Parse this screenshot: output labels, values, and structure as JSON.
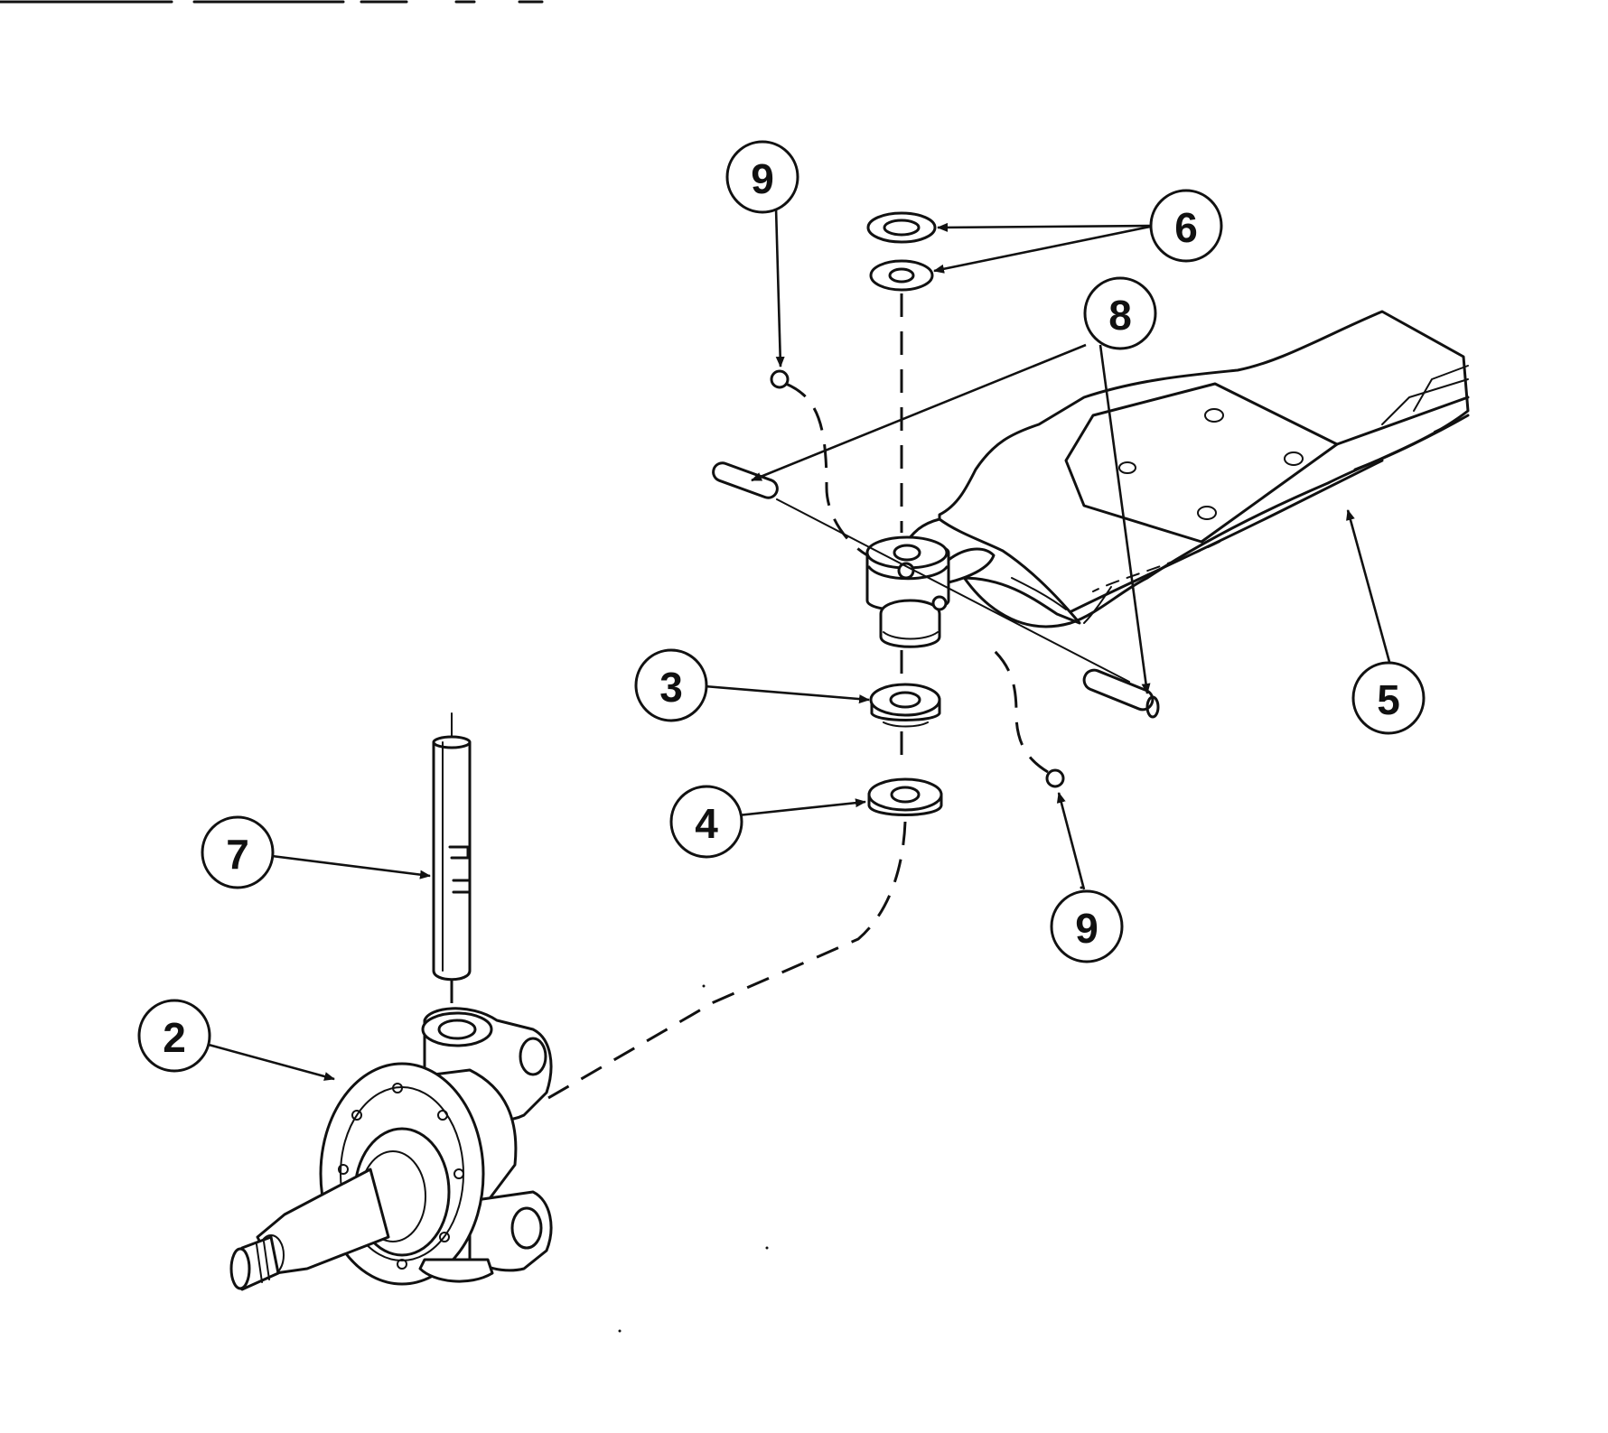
{
  "callouts": [
    {
      "id": "c9a",
      "label": "9"
    },
    {
      "id": "c6",
      "label": "6"
    },
    {
      "id": "c8",
      "label": "8"
    },
    {
      "id": "c3",
      "label": "3"
    },
    {
      "id": "c4",
      "label": "4"
    },
    {
      "id": "c5",
      "label": "5"
    },
    {
      "id": "c9b",
      "label": "9"
    },
    {
      "id": "c7",
      "label": "7"
    },
    {
      "id": "c2",
      "label": "2"
    }
  ]
}
